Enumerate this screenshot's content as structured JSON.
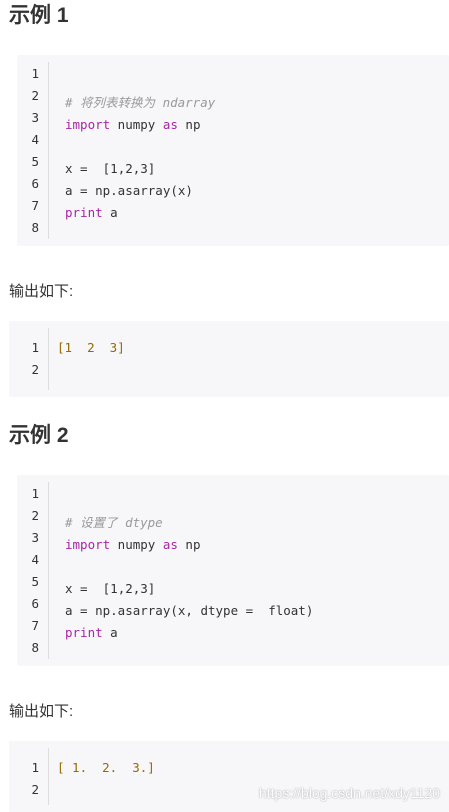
{
  "example1": {
    "heading": "示例 1",
    "line_numbers": [
      "1",
      "2",
      "3",
      "4",
      "5",
      "6",
      "7",
      "8"
    ],
    "code": {
      "comment": "# 将列表转换为 ndarray",
      "import_kw": "import",
      "import_mod": " numpy ",
      "as_kw": "as",
      "import_alias": " np",
      "assign_x_prefix": "x =  ",
      "assign_x_value": "[1,2,3]",
      "assign_a": "a = np.asarray(x)",
      "print_kw": "print",
      "print_arg": " a"
    }
  },
  "output1": {
    "label": "输出如下:",
    "line_numbers": [
      "1",
      "2"
    ],
    "value": "[1  2  3]"
  },
  "example2": {
    "heading": "示例 2",
    "line_numbers": [
      "1",
      "2",
      "3",
      "4",
      "5",
      "6",
      "7",
      "8"
    ],
    "code": {
      "comment": "# 设置了 dtype",
      "import_kw": "import",
      "import_mod": " numpy ",
      "as_kw": "as",
      "import_alias": " np",
      "assign_x_prefix": "x =  ",
      "assign_x_value": "[1,2,3]",
      "assign_a": "a = np.asarray(x, dtype =  float)",
      "print_kw": "print",
      "print_arg": " a"
    }
  },
  "output2": {
    "label": "输出如下:",
    "line_numbers": [
      "1",
      "2"
    ],
    "value": "[ 1.  2.  3.]"
  },
  "watermark": "https://blog.csdn.net/xdy1120",
  "colors": {
    "code_bg": "#f7f7f9",
    "keyword": "#a626a4",
    "comment": "#9a9a9a",
    "number": "#986801"
  }
}
